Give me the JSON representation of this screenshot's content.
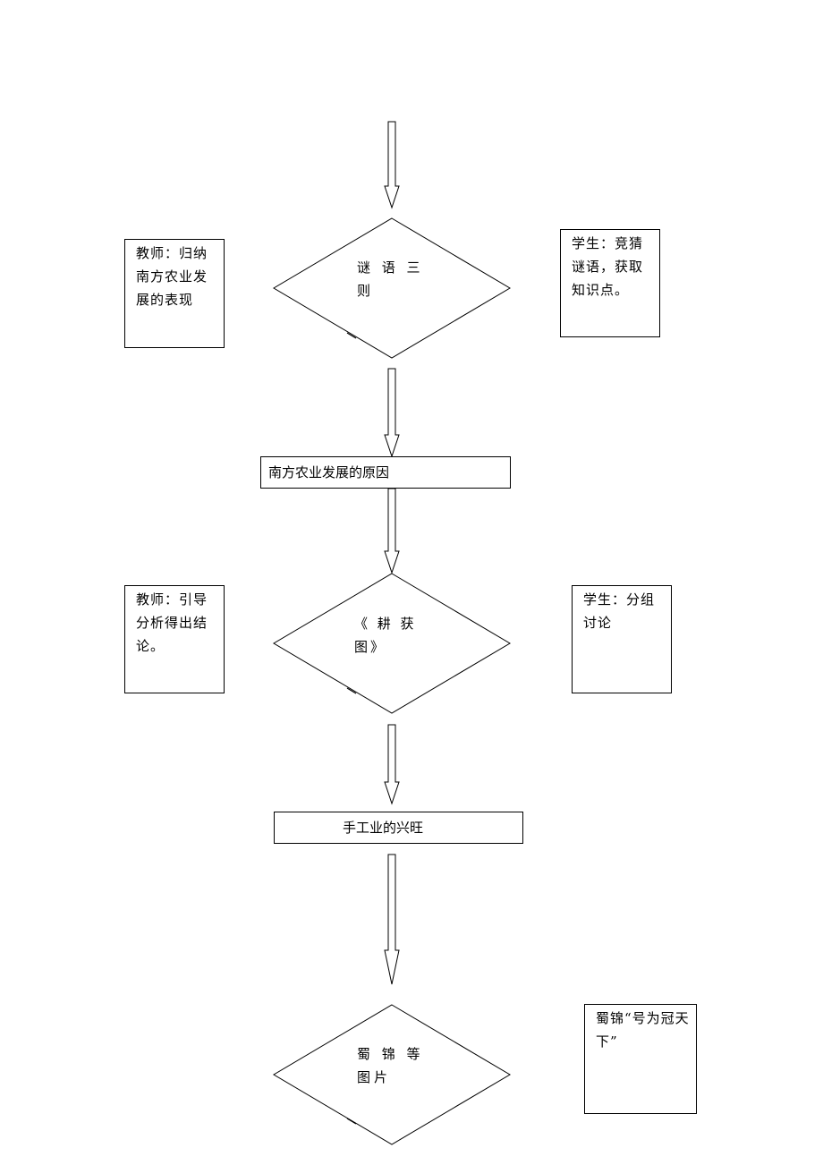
{
  "step1": {
    "diamond_text": "谜 语 三 则",
    "left_note": "教师：归纳南方农业发展的表现",
    "right_note": "学生：竞猜谜语，获取知识点。"
  },
  "step2": {
    "box_text": "南方农业发展的原因"
  },
  "step3": {
    "diamond_text": "《 耕 获 图》",
    "left_note": "教师：引导分析得出结论。",
    "right_note": "学生：分组讨论"
  },
  "step4": {
    "box_text": "手工业的兴旺"
  },
  "step5": {
    "diamond_text": "蜀 锦 等 图片",
    "right_note": "蜀锦“号为冠天下”"
  }
}
